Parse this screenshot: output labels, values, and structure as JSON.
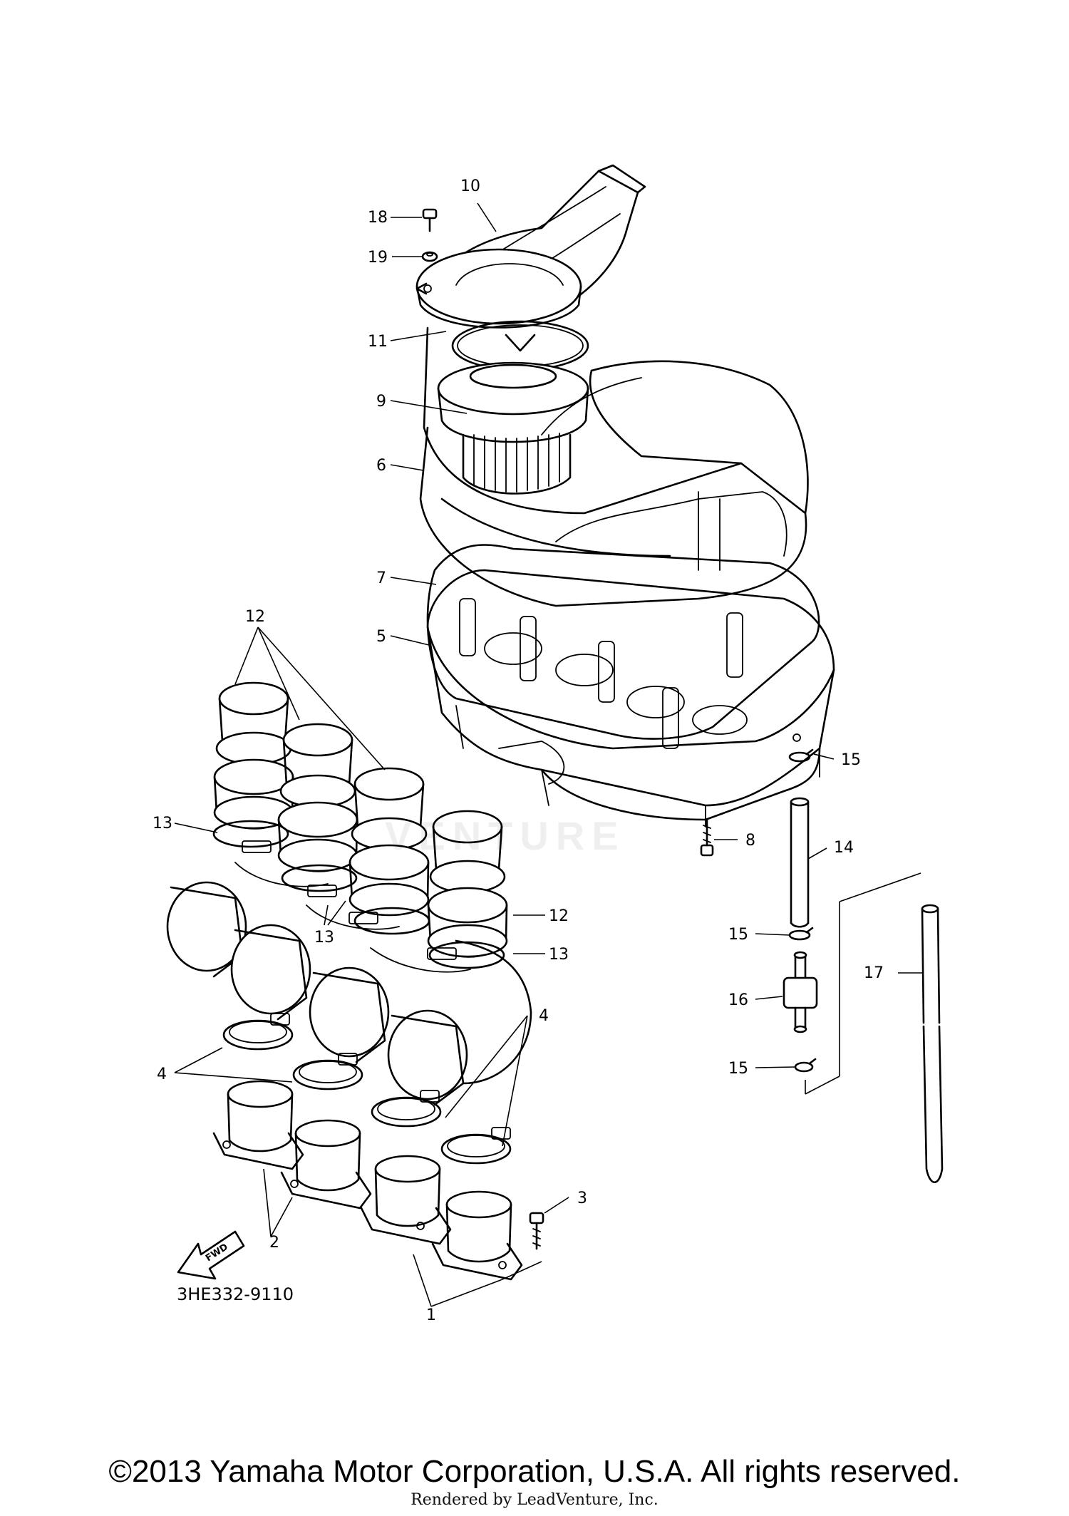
{
  "diagram": {
    "catalog_number": "3HE332-9110",
    "fwd_arrow_label": "FWD",
    "watermark": "VENTURE",
    "callouts": [
      "1",
      "2",
      "3",
      "4",
      "4",
      "5",
      "6",
      "7",
      "8",
      "9",
      "10",
      "11",
      "12",
      "12",
      "13",
      "13",
      "13",
      "14",
      "15",
      "15",
      "15",
      "16",
      "17",
      "18",
      "19"
    ]
  },
  "footer": {
    "copyright": "©2013 Yamaha Motor Corporation, U.S.A. All rights reserved.",
    "rendered_by": "Rendered by LeadVenture, Inc."
  }
}
